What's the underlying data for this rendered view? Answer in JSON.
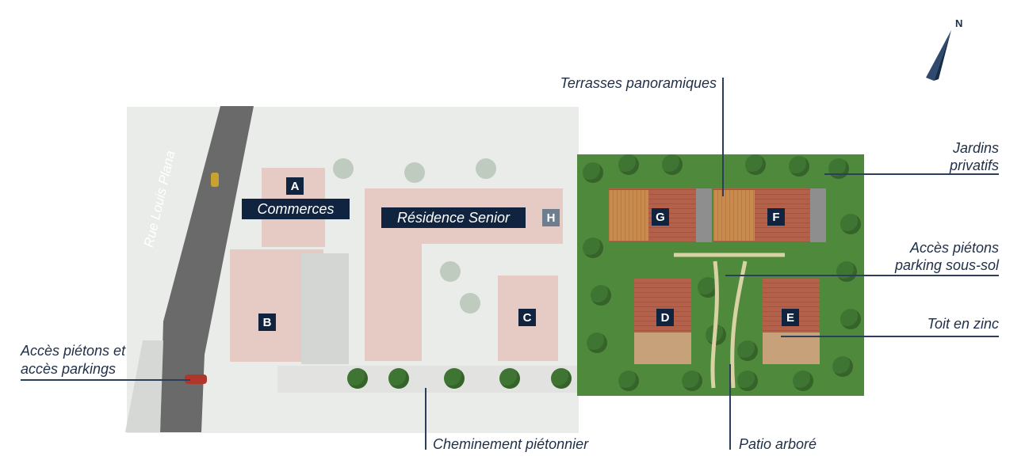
{
  "compass": {
    "label": "N"
  },
  "street": {
    "name": "Rue Louis Plana"
  },
  "buildings": [
    {
      "id": "A",
      "label": "A"
    },
    {
      "id": "B",
      "label": "B"
    },
    {
      "id": "C",
      "label": "C"
    },
    {
      "id": "D",
      "label": "D"
    },
    {
      "id": "E",
      "label": "E"
    },
    {
      "id": "F",
      "label": "F"
    },
    {
      "id": "G",
      "label": "G"
    },
    {
      "id": "H",
      "label": "H"
    }
  ],
  "banners": {
    "commerces": "Commerces",
    "residence": "Résidence Senior"
  },
  "callouts": {
    "terrasses": "Terrasses panoramiques",
    "jardins_line1": "Jardins",
    "jardins_line2": "privatifs",
    "acces_pietons_line1": "Accès piétons",
    "acces_pietons_line2": "parking sous-sol",
    "toit": "Toit en zinc",
    "acces_parkings_line1": "Accès piétons et",
    "acces_parkings_line2": "accès parkings",
    "cheminement": "Cheminement piétonnier",
    "patio": "Patio arboré"
  },
  "colors": {
    "navy": "#10243f",
    "grass": "#4f8a3c",
    "roof": "#b4614b",
    "faded_building": "#e5cbc3"
  }
}
